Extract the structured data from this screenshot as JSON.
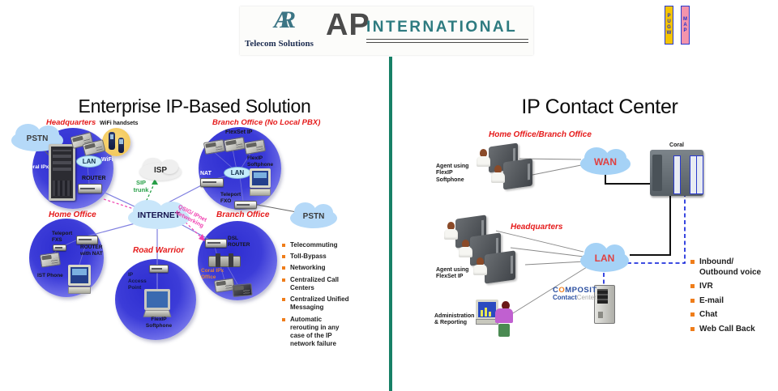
{
  "header": {
    "monogram_a": "A",
    "monogram_r": "R",
    "tagline": "Telecom Solutions",
    "brand_ap": "AP",
    "brand_international": "INTERNATIONAL"
  },
  "left": {
    "title": "Enterprise IP-Based Solution",
    "region_labels": {
      "headquarters": "Headquarters",
      "wifi_handsets": "WiFi handsets",
      "branch_no_pbx": "Branch Office (No Local PBX)",
      "home_office": "Home Office",
      "road_warrior": "Road Warrior",
      "branch_office": "Branch Office"
    },
    "clouds": {
      "pstn_left": "PSTN",
      "isp": "ISP",
      "internet": "INTERNET",
      "pstn_right": "PSTN"
    },
    "hq_nodes": {
      "coral_ipx": "Coral IPx",
      "lan": "LAN",
      "wifi": "WiFi",
      "router": "ROUTER"
    },
    "branch_no_pbx_nodes": {
      "flexset_ip": "FlexSet IP",
      "lan": "LAN",
      "nat": "NAT",
      "flexip_softphone": "FlexIP Softphone",
      "teleport_fxo": "Teleport FXO"
    },
    "home_nodes": {
      "teleport_fxs": "Teleport FXS",
      "router_with_nat": "ROUTER with NAT",
      "ist_phone": "IST Phone"
    },
    "road_nodes": {
      "ip_access_point": "IP Access Point",
      "flexip_softphone": "FlexIP Softphone"
    },
    "branch_nodes": {
      "dsl_router": "DSL ROUTER",
      "coral_ipx_office": "Coral IPx Office"
    },
    "link_labels": {
      "sip_trunk": "SIP trunk",
      "qsig": "QSIG/ IPnet Networking"
    },
    "bullets": [
      "Telecommuting",
      "Toll-Bypass",
      "Networking",
      "Centralized Call Centers",
      "Centralized Unified Messaging",
      "Automatic rerouting in any case of the IP network failure"
    ]
  },
  "right": {
    "title": "IP Contact Center",
    "region_labels": {
      "home_branch": "Home Office/Branch Office",
      "headquarters": "Headquarters"
    },
    "clouds": {
      "wan": "WAN",
      "lan": "LAN"
    },
    "labels": {
      "agent_flexip": "Agent using FlexIP Softphone",
      "agent_flexset": "Agent using FlexSet IP",
      "admin": "Administration & Reporting",
      "coral": "Coral"
    },
    "cards": {
      "pugw": "PUGW",
      "map": "MAP"
    },
    "composit": {
      "c": "C",
      "o": "O",
      "rest": "MPOSIT",
      "contact": "Contact",
      "center": "Center"
    },
    "bullets": [
      "Inbound/ Outbound voice",
      "IVR",
      "E-mail",
      "Chat",
      "Web Call Back"
    ]
  },
  "colors": {
    "accent_teal": "#178066",
    "circle_blue": "#3232d6",
    "label_red": "#e51a1a",
    "bullet_orange": "#ef7d1a",
    "sip_green": "#28a048",
    "qsig_pink": "#f040b0",
    "cloud_blue": "#b5d9f8",
    "wan_lan_text": "#e04040",
    "pugw_yellow": "#f5c400",
    "map_pink": "#f394ac",
    "dashed_blue": "#2233dd"
  }
}
